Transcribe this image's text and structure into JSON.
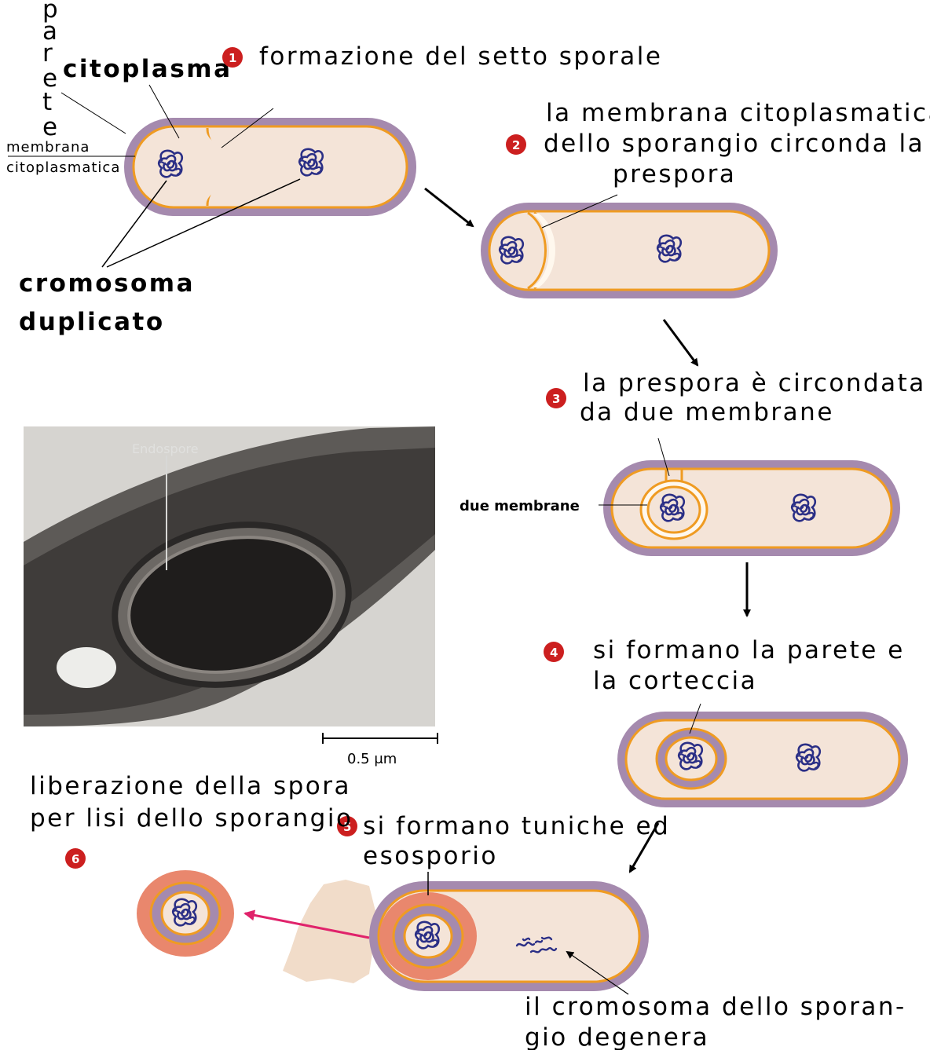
{
  "labels": {
    "parete_letters": [
      "p",
      "a",
      "r",
      "e",
      "t",
      "e"
    ],
    "citoplasma": "citoplasma",
    "membrana_line1": "membrana",
    "membrana_line2": "citoplasmatica",
    "cromosoma_line1": "cromosoma",
    "cromosoma_line2": "duplicato",
    "prespora": "prespora",
    "due_membrane": "due membrane",
    "endospore": "Endospore",
    "scale": "0.5 μm",
    "sporangio_line1": "il cromosoma dello sporan-",
    "sporangio_line2": "gio degenera"
  },
  "steps": [
    {
      "number": "1",
      "lines": [
        "formazione del setto sporale"
      ]
    },
    {
      "number": "2",
      "lines": [
        "la membrana citoplasmatica",
        "dello sporangio circonda la"
      ]
    },
    {
      "number": "3",
      "lines": [
        "la prespora è circondata",
        "da due membrane"
      ]
    },
    {
      "number": "4",
      "lines": [
        "si formano la parete e",
        "la corteccia"
      ]
    },
    {
      "number": "5",
      "lines": [
        "si formano tuniche ed",
        "esosporio"
      ]
    },
    {
      "number": "6",
      "lines": [
        "liberazione della spora",
        "per lisi dello sporangio"
      ]
    }
  ],
  "colors": {
    "wall": "#a58aae",
    "cytoplasm": "#f4e4d8",
    "membrane": "#ef9b22",
    "chromosome": "#2b2f86",
    "badge": "#cc1f1f",
    "coat": "#e9876d",
    "arrow_release": "#e0236b"
  }
}
